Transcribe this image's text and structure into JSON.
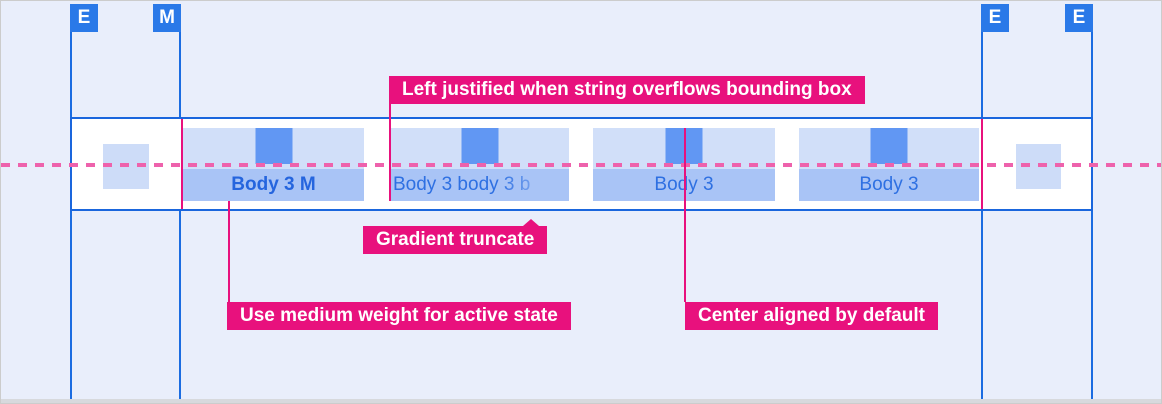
{
  "markers": [
    {
      "letter": "E"
    },
    {
      "letter": "M"
    },
    {
      "letter": "E"
    },
    {
      "letter": "E"
    }
  ],
  "tabbar": {
    "tabs": [
      {
        "label": "Body 3 M",
        "state": "active"
      },
      {
        "label": "Body 3 body 3 b",
        "state": "overflow-truncated"
      },
      {
        "label": "Body 3",
        "state": "default"
      },
      {
        "label": "Body 3",
        "state": "default"
      }
    ]
  },
  "callouts": {
    "overflow": "Left justified when string overflows bounding box",
    "gradient": "Gradient truncate",
    "active_weight": "Use medium weight for active state",
    "center_aligned": "Center aligned by default"
  },
  "colors": {
    "accent_pink": "#e8117d",
    "dashed_pink": "#ee62ac",
    "guide_blue": "#1b6ce1",
    "marker_blue": "#2a79e8",
    "tab_background": "#d1dff9",
    "tab_label_background": "#a9c4f6",
    "tab_icon_blue": "#6197f3",
    "tab_text_blue": "#2e70e2",
    "page_background": "#e9eefb"
  }
}
